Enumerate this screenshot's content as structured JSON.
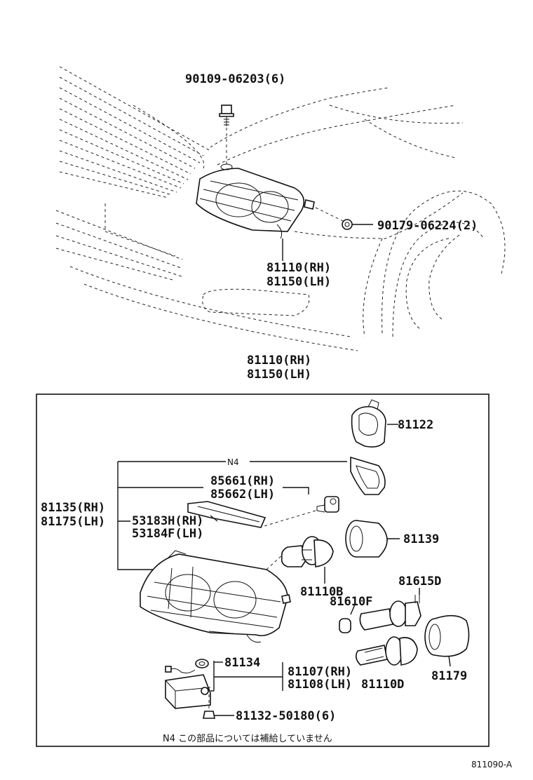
{
  "top": {
    "bolt_label": "90109-06203(6)",
    "clip_label": "90179-06224(2)",
    "headlamp_label_rh": "81110(RH)",
    "headlamp_label_lh": "81150(LH)"
  },
  "assembly": {
    "title_rh": "81110(RH)",
    "title_lh": "81150(LH)",
    "n4_marker": "N4",
    "cover_label": "81122",
    "bulb_small_rh": "85661(RH)",
    "bulb_small_lh": "85662(LH)",
    "unit_rh": "81135(RH)",
    "unit_lh": "81175(LH)",
    "molding_rh": "53183H(RH)",
    "molding_lh": "53184F(LH)",
    "socket_label": "81139",
    "bulb_label": "81110B",
    "socket_d_label": "81615D",
    "bulb_f_label": "81610F",
    "gasket_label": "81134",
    "ballast_rh": "81107(RH)",
    "ballast_lh": "81108(LH)",
    "bulb_d_label": "81110D",
    "cap_label": "81179",
    "nut_label": "81132-50180(6)",
    "footnote": "N4 この部品については補給していません"
  },
  "figure_code": "811090-A"
}
